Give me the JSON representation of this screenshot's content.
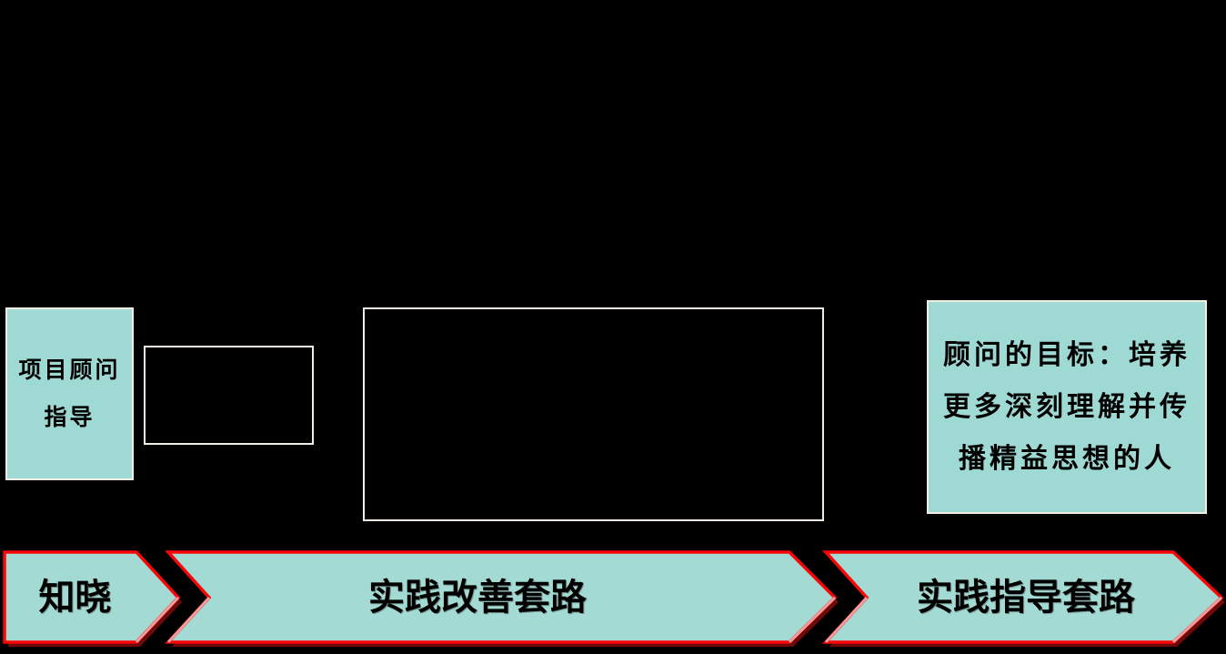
{
  "slide": {
    "background_color": "#000000"
  },
  "boxes": {
    "left": {
      "lines": [
        "项目顾问",
        "指导"
      ],
      "fill_color": "#9EDAD3",
      "border_color": "#F2EEE4",
      "text_color": "#000000"
    },
    "right": {
      "lines": [
        "顾问的目标：培养",
        "更多深刻理解并传",
        "播精益思想的人"
      ],
      "fill_color": "#9EDAD3",
      "border_color": "#F2EEE4",
      "text_color": "#000000"
    },
    "outline_small": {
      "border_color": "#F2EEE4"
    },
    "outline_large": {
      "border_color": "#F2EEE4"
    }
  },
  "arrows": [
    {
      "label": "知晓"
    },
    {
      "label": "实践改善套路"
    },
    {
      "label": "实践指导套路"
    }
  ],
  "arrow_style": {
    "fill_color": "#A3DAD3",
    "stroke_color": "#FA0606",
    "shadow_color": "#6E0A0A",
    "bevel_color": "#F49B9B",
    "label_color": "#000000"
  }
}
